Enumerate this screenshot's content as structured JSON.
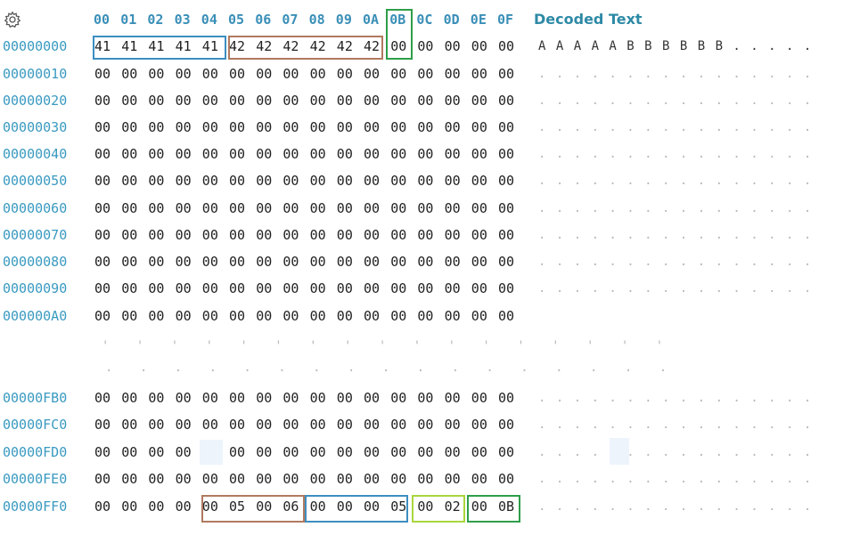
{
  "header": {
    "settings_icon": "gear-icon",
    "columns": [
      "00",
      "01",
      "02",
      "03",
      "04",
      "05",
      "06",
      "07",
      "08",
      "09",
      "0A",
      "0B",
      "0C",
      "0D",
      "0E",
      "0F"
    ],
    "decoded_label": "Decoded Text"
  },
  "rows": [
    {
      "addr": "00000000",
      "bytes": [
        "41",
        "41",
        "41",
        "41",
        "41",
        "42",
        "42",
        "42",
        "42",
        "42",
        "42",
        "00",
        "00",
        "00",
        "00",
        "00"
      ],
      "decoded": "A A A A A B B B B B B . . . . ."
    },
    {
      "addr": "00000010",
      "bytes": [
        "00",
        "00",
        "00",
        "00",
        "00",
        "00",
        "00",
        "00",
        "00",
        "00",
        "00",
        "00",
        "00",
        "00",
        "00",
        "00"
      ],
      "decoded": ". . . . . . . . . . . . . . . ."
    },
    {
      "addr": "00000020",
      "bytes": [
        "00",
        "00",
        "00",
        "00",
        "00",
        "00",
        "00",
        "00",
        "00",
        "00",
        "00",
        "00",
        "00",
        "00",
        "00",
        "00"
      ],
      "decoded": ". . . . . . . . . . . . . . . ."
    },
    {
      "addr": "00000030",
      "bytes": [
        "00",
        "00",
        "00",
        "00",
        "00",
        "00",
        "00",
        "00",
        "00",
        "00",
        "00",
        "00",
        "00",
        "00",
        "00",
        "00"
      ],
      "decoded": ". . . . . . . . . . . . . . . ."
    },
    {
      "addr": "00000040",
      "bytes": [
        "00",
        "00",
        "00",
        "00",
        "00",
        "00",
        "00",
        "00",
        "00",
        "00",
        "00",
        "00",
        "00",
        "00",
        "00",
        "00"
      ],
      "decoded": ". . . . . . . . . . . . . . . ."
    },
    {
      "addr": "00000050",
      "bytes": [
        "00",
        "00",
        "00",
        "00",
        "00",
        "00",
        "00",
        "00",
        "00",
        "00",
        "00",
        "00",
        "00",
        "00",
        "00",
        "00"
      ],
      "decoded": ". . . . . . . . . . . . . . . ."
    },
    {
      "addr": "00000060",
      "bytes": [
        "00",
        "00",
        "00",
        "00",
        "00",
        "00",
        "00",
        "00",
        "00",
        "00",
        "00",
        "00",
        "00",
        "00",
        "00",
        "00"
      ],
      "decoded": ". . . . . . . . . . . . . . . ."
    },
    {
      "addr": "00000070",
      "bytes": [
        "00",
        "00",
        "00",
        "00",
        "00",
        "00",
        "00",
        "00",
        "00",
        "00",
        "00",
        "00",
        "00",
        "00",
        "00",
        "00"
      ],
      "decoded": ". . . . . . . . . . . . . . . ."
    },
    {
      "addr": "00000080",
      "bytes": [
        "00",
        "00",
        "00",
        "00",
        "00",
        "00",
        "00",
        "00",
        "00",
        "00",
        "00",
        "00",
        "00",
        "00",
        "00",
        "00"
      ],
      "decoded": ". . . . . . . . . . . . . . . ."
    },
    {
      "addr": "00000090",
      "bytes": [
        "00",
        "00",
        "00",
        "00",
        "00",
        "00",
        "00",
        "00",
        "00",
        "00",
        "00",
        "00",
        "00",
        "00",
        "00",
        "00"
      ],
      "decoded": ". . . . . . . . . . . . . . . ."
    },
    {
      "addr": "000000A0",
      "bytes": [
        "00",
        "00",
        "00",
        "00",
        "00",
        "00",
        "00",
        "00",
        "00",
        "00",
        "00",
        "00",
        "00",
        "00",
        "00",
        "00"
      ],
      "decoded": ""
    },
    {
      "addr": "00000FB0",
      "bytes": [
        "00",
        "00",
        "00",
        "00",
        "00",
        "00",
        "00",
        "00",
        "00",
        "00",
        "00",
        "00",
        "00",
        "00",
        "00",
        "00"
      ],
      "decoded": ". . . . . . . . . . . . . . . ."
    },
    {
      "addr": "00000FC0",
      "bytes": [
        "00",
        "00",
        "00",
        "00",
        "00",
        "00",
        "00",
        "00",
        "00",
        "00",
        "00",
        "00",
        "00",
        "00",
        "00",
        "00"
      ],
      "decoded": ". . . . . . . . . . . . . . . ."
    },
    {
      "addr": "00000FD0",
      "bytes": [
        "00",
        "00",
        "00",
        "00",
        "00",
        "00",
        "00",
        "00",
        "00",
        "00",
        "00",
        "00",
        "00",
        "00",
        "00",
        "00"
      ],
      "decoded": ". . . . . . . . . . . . . . . ."
    },
    {
      "addr": "00000FE0",
      "bytes": [
        "00",
        "00",
        "00",
        "00",
        "00",
        "00",
        "00",
        "00",
        "00",
        "00",
        "00",
        "00",
        "00",
        "00",
        "00",
        "00"
      ],
      "decoded": ". . . . . . . . . . . . . . . ."
    },
    {
      "addr": "00000FF0",
      "bytes": [
        "00",
        "00",
        "00",
        "00",
        "00",
        "05",
        "00",
        "06",
        "00",
        "00",
        "00",
        "05",
        "00",
        "02",
        "00",
        "0B"
      ],
      "decoded": ". . . . . . . . . . . . . . . ."
    }
  ],
  "ellipsis_lines": [
    "' ' ' ' ' ' ' ' ' ' ' ' ' ' ' ' '",
    ". . . . . . . . . . . . . . . . ."
  ],
  "highlight_colors": {
    "blue": "#3d8ec0",
    "brown": "#b07a60",
    "green": "#2e9e4a",
    "lime": "#a9d63c"
  }
}
